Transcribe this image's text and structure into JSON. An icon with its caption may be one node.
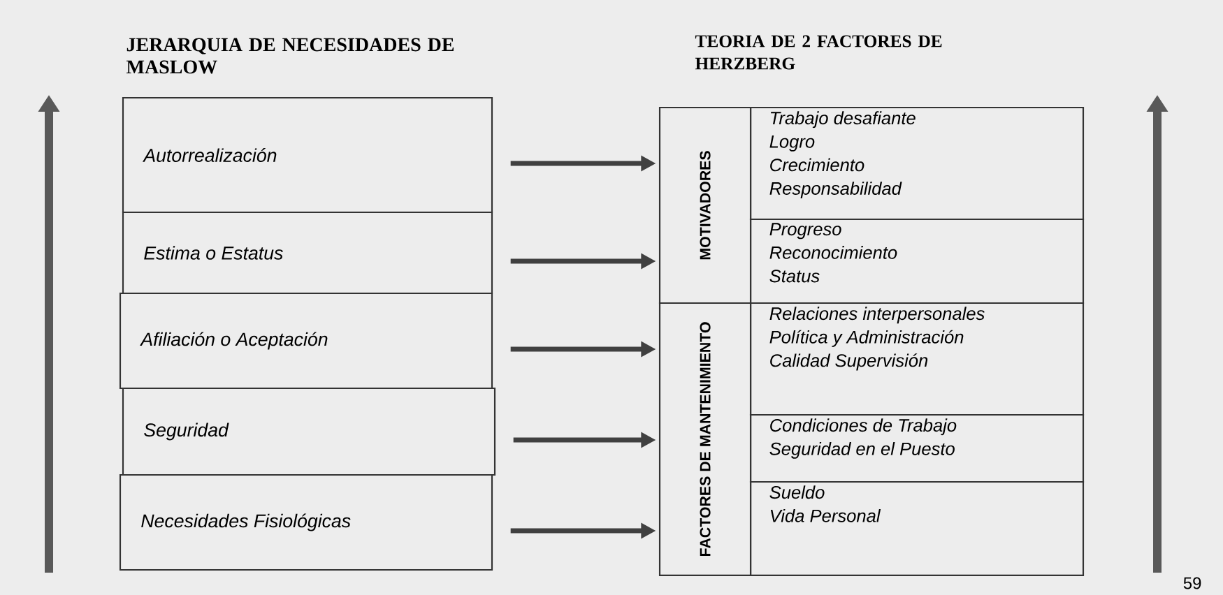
{
  "diagram": {
    "nodes": [
      {
        "text": [
          "Autorrealización"
        ]
      },
      {
        "text": [
          "Estima o Estatus"
        ]
      },
      {
        "text": [
          "Afiliación o Aceptación"
        ]
      },
      {
        "text": [
          "Seguridad"
        ]
      },
      {
        "text": [
          "Necesidades Fisiológicas"
        ]
      },
      {
        "text": [
          "MOTIVADORES"
        ]
      },
      {
        "text": [
          "FACTORES DE MANTENIMIENTO"
        ]
      },
      {
        "text": [
          "Trabajo desafiante",
          "Logro",
          "Crecimiento",
          "Responsabilidad"
        ]
      },
      {
        "text": [
          "Progreso",
          "Reconocimiento",
          "Status"
        ]
      },
      {
        "text": [
          "Relaciones interpersonales",
          "Política y Administración",
          "Calidad Supervisión"
        ]
      },
      {
        "text": [
          "Condiciones de Trabajo",
          "Seguridad en el Puesto"
        ]
      },
      {
        "text": [
          "Sueldo",
          "Vida Personal"
        ]
      }
    ],
    "edges": [
      {
        "from": 0,
        "to": 5,
        "arrow": "to"
      },
      {
        "from": 1,
        "to": 5,
        "arrow": "to"
      },
      {
        "from": 2,
        "to": 6,
        "arrow": "to"
      },
      {
        "from": 3,
        "to": 6,
        "arrow": "to"
      },
      {
        "from": 4,
        "to": 6,
        "arrow": "to"
      }
    ],
    "labels": [
      "JERARQUIA DE NECESIDADES DE MASLOW",
      "TEORIA DE 2 FACTORES DE HERZBERG",
      "59"
    ]
  }
}
